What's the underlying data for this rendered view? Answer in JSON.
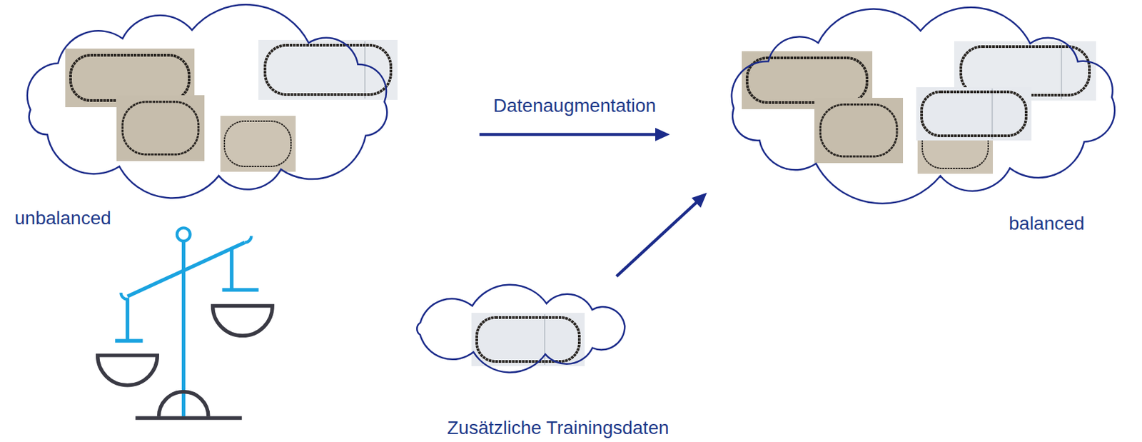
{
  "diagram": {
    "nodes": [
      {
        "text": [
          "unbalanced"
        ]
      },
      {
        "text": [
          "balanced"
        ]
      },
      {
        "text": [
          "Zusätzliche Trainingsdaten"
        ]
      }
    ],
    "edges": [
      {
        "from": 0,
        "to": 1,
        "arrow": "to",
        "label": "Datenaugmentation"
      },
      {
        "from": 2,
        "to": 1,
        "arrow": "to"
      }
    ]
  }
}
